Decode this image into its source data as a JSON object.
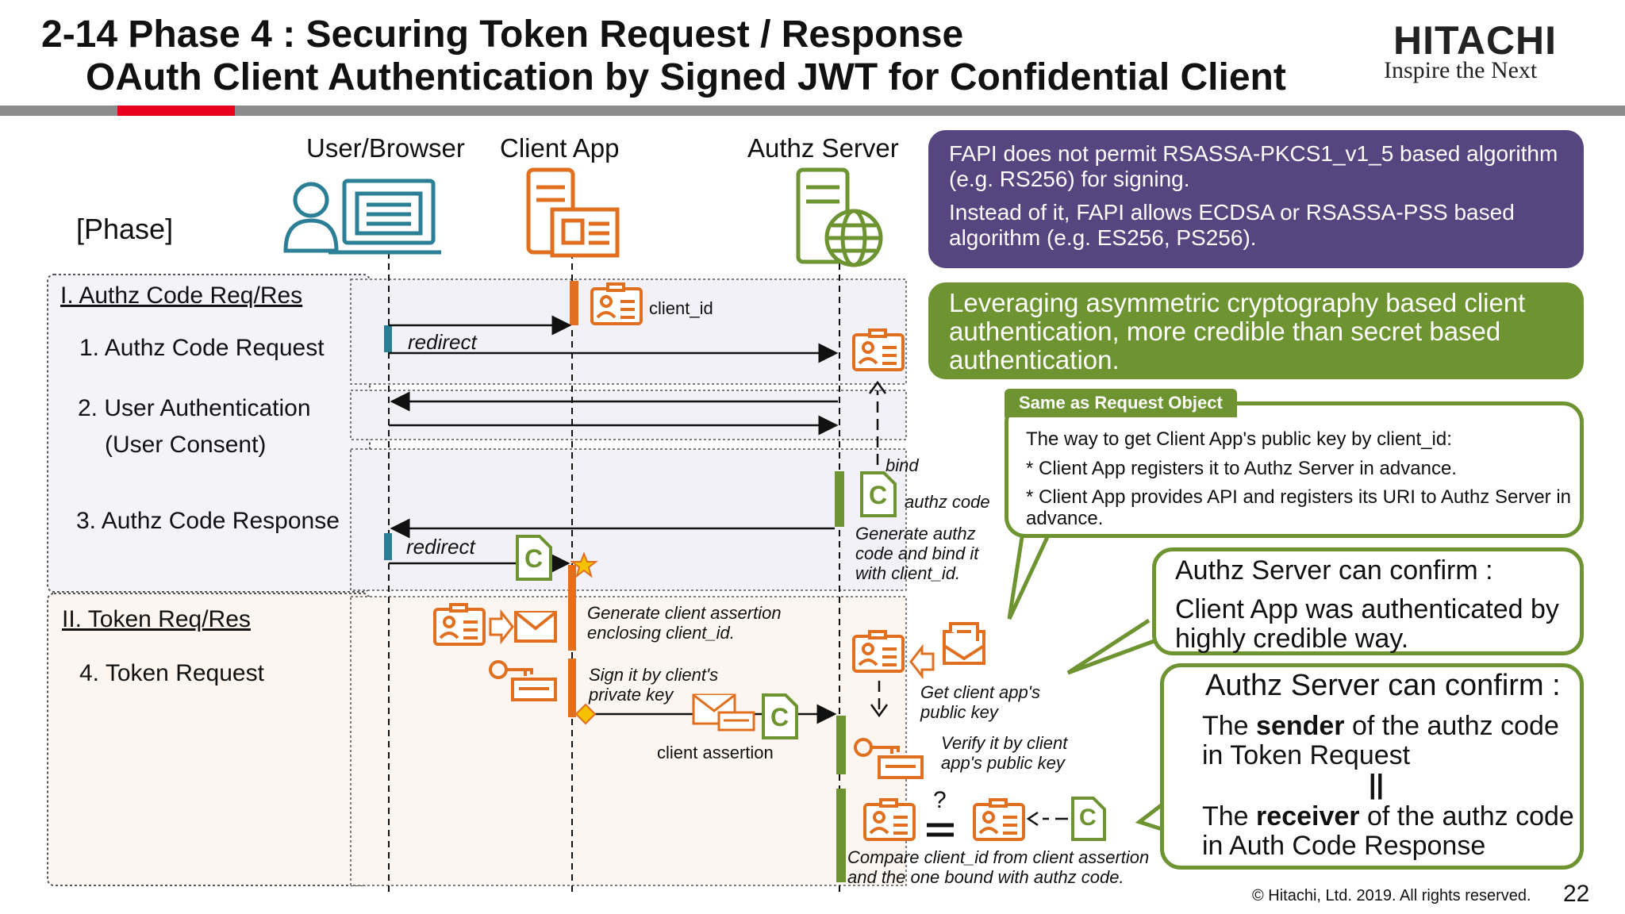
{
  "header": {
    "title_line1": "2-14 Phase 4 : Securing Token Request / Response",
    "title_line2": "OAuth Client Authentication by Signed JWT for Confidential Client",
    "logo": "HITACHI",
    "tagline": "Inspire the Next"
  },
  "columns": {
    "user": "User/Browser",
    "client": "Client App",
    "authz": "Authz Server"
  },
  "phase_label": "[Phase]",
  "sections": {
    "sec1": "I. Authz Code Req/Res",
    "sec2": "II. Token Req/Res",
    "step1": "1. Authz Code Request",
    "step2a": "2. User Authentication",
    "step2b": "(User Consent)",
    "step3": "3. Authz Code Response",
    "step4": "4. Token Request"
  },
  "flow": {
    "client_id": "client_id",
    "redirect1": "redirect",
    "redirect2": "redirect",
    "bind": "bind",
    "authz_code": "authz code",
    "generate_code": "Generate authz code and bind it with client_id.",
    "generate_assertion": "Generate client assertion enclosing client_id.",
    "sign_it": "Sign it by client's private key",
    "client_assertion": "client assertion",
    "get_public_key": "Get client app's public key",
    "verify_it": "Verify it by client app's public key",
    "compare": "Compare client_id from client assertion and the one bound with authz code.",
    "question": "?",
    "c_letter": "C"
  },
  "purple_box": {
    "line1": "FAPI does not permit RSASSA-PKCS1_v1_5 based algorithm (e.g. RS256) for signing.",
    "line2": "Instead of it, FAPI allows ECDSA or RSASSA-PSS based algorithm (e.g. ES256, PS256)."
  },
  "green_box": "Leveraging asymmetric cryptography based client authentication, more credible than secret based authentication.",
  "callout1": {
    "tab": "Same as Request Object",
    "line1": "The way to get Client App's public key by client_id:",
    "line2": "* Client App registers it to Authz Server in advance.",
    "line3": "* Client App provides API and registers its URI to Authz Server in advance."
  },
  "callout2": {
    "line1": "Authz Server can confirm :",
    "line2": "Client App was authenticated by highly credible way."
  },
  "callout3": {
    "heading": "Authz Server can confirm :",
    "p1_pre": "The ",
    "p1_bold": "sender",
    "p1_post": " of the authz code in Token Request",
    "equals": "||",
    "p2_pre": "The ",
    "p2_bold": "receiver",
    "p2_post": " of the authz code in Auth Code Response"
  },
  "footer": {
    "copyright": "© Hitachi, Ltd. 2019. All rights reserved.",
    "page": "22"
  },
  "colors": {
    "orange": "#e07020",
    "green": "#6e9331",
    "teal": "#2a7f96",
    "purple": "#57457f",
    "red": "#e8001c"
  }
}
